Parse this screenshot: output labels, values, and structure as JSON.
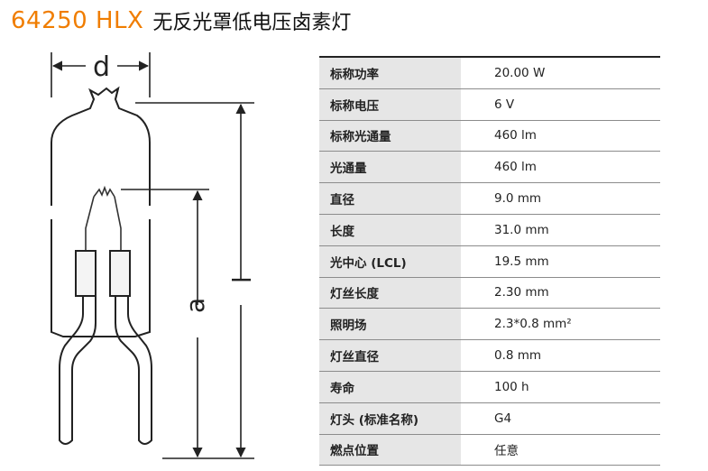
{
  "header": {
    "model": "64250 HLX",
    "name": "无反光罩低电压卤素灯"
  },
  "diagram": {
    "label_d": "d",
    "label_a": "a",
    "label_l": "l"
  },
  "specs": [
    {
      "label": "标称功率",
      "value": "20.00 W"
    },
    {
      "label": "标称电压",
      "value": "6 V"
    },
    {
      "label": "标称光通量",
      "value": "460 lm"
    },
    {
      "label": "光通量",
      "value": "460 lm"
    },
    {
      "label": "直径",
      "value": "9.0 mm"
    },
    {
      "label": "长度",
      "value": "31.0 mm"
    },
    {
      "label": "光中心 (LCL)",
      "value": "19.5 mm"
    },
    {
      "label": "灯丝长度",
      "value": "2.30 mm"
    },
    {
      "label": "照明场",
      "value": "2.3*0.8 mm²"
    },
    {
      "label": "灯丝直径",
      "value": "0.8 mm"
    },
    {
      "label": "寿命",
      "value": "100 h"
    },
    {
      "label": "灯头 (标准名称)",
      "value": "G4"
    },
    {
      "label": "燃点位置",
      "value": "任意"
    }
  ],
  "colors": {
    "model": "#f07d00",
    "row_label_bg": "#e6e6e6",
    "rule": "#8c8c8c"
  }
}
